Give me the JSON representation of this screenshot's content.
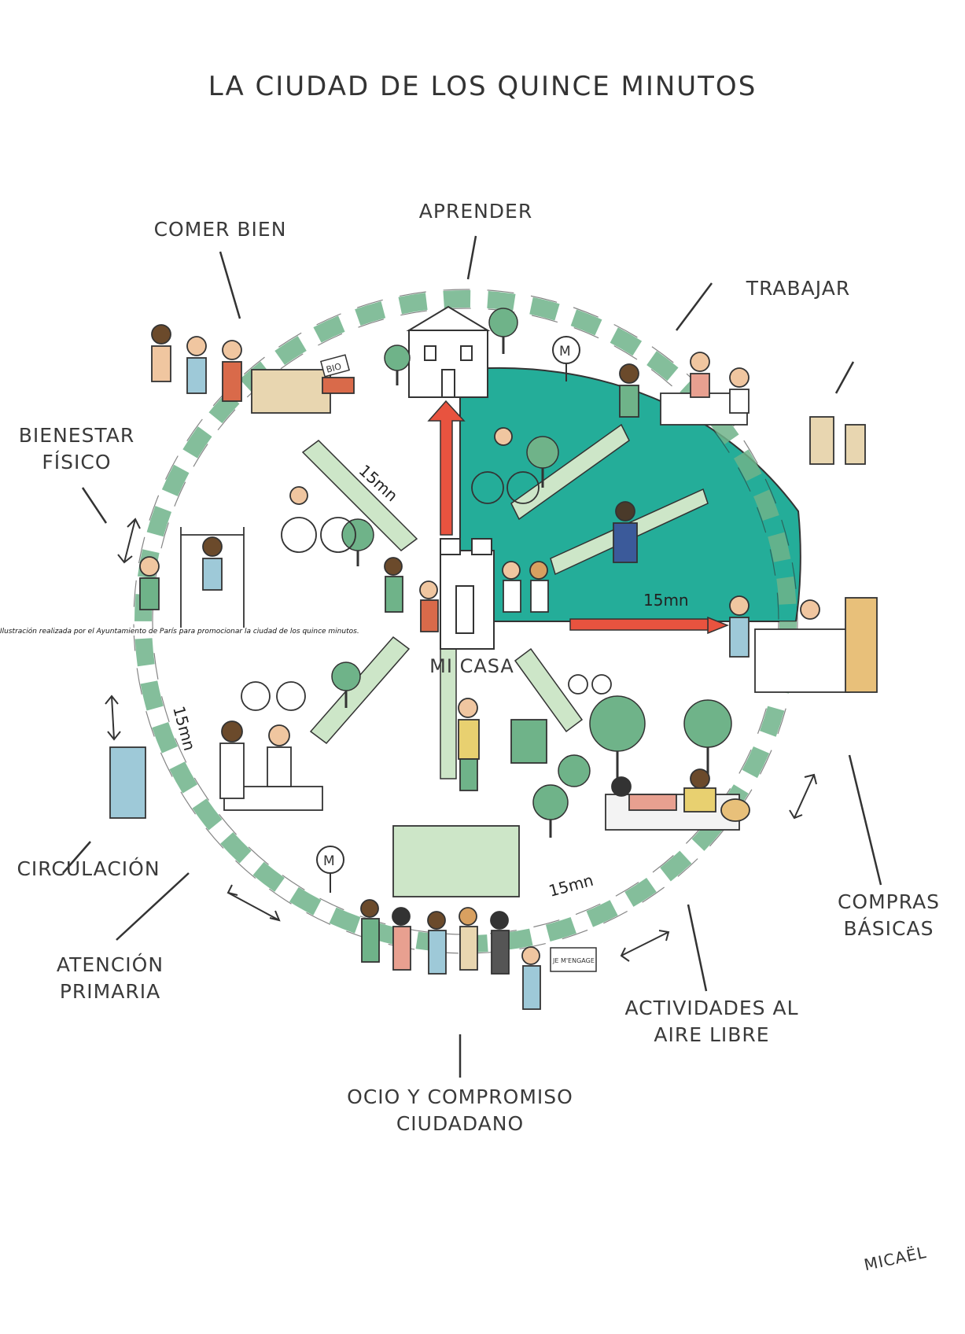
{
  "title": "LA CIUDAD DE LOS QUINCE MINUTOS",
  "caption": "Ilustración realizada por el Ayuntamiento de París para promocionar la ciudad de los quince minutos.",
  "center": {
    "label": "MI CASA"
  },
  "time_label": "15mn",
  "signature": "MICAËL",
  "categories": [
    {
      "id": "aprender",
      "lines": [
        "APRENDER"
      ]
    },
    {
      "id": "comer-bien",
      "lines": [
        "COMER BIEN"
      ]
    },
    {
      "id": "trabajar",
      "lines": [
        "TRABAJAR"
      ]
    },
    {
      "id": "bienestar",
      "lines": [
        "BIENESTAR",
        "FÍSICO"
      ]
    },
    {
      "id": "circulacion",
      "lines": [
        "CIRCULACIÓN"
      ]
    },
    {
      "id": "atencion",
      "lines": [
        "ATENCIÓN",
        "PRIMARIA"
      ]
    },
    {
      "id": "ocio",
      "lines": [
        "OCIO Y COMPROMISO",
        "CIUDADANO"
      ]
    },
    {
      "id": "actividades",
      "lines": [
        "ACTIVIDADES AL",
        "AIRE LIBRE"
      ]
    },
    {
      "id": "compras",
      "lines": [
        "COMPRAS",
        "BÁSICAS"
      ]
    }
  ],
  "signs": {
    "metro": "M",
    "bio": "BIO",
    "vote": "JE M'ENGAGE"
  },
  "colors": {
    "teal": "#24ad99",
    "green": "#cde6c8",
    "road": "#6fb389",
    "arrow": "#e8533f",
    "ink": "#333333"
  }
}
